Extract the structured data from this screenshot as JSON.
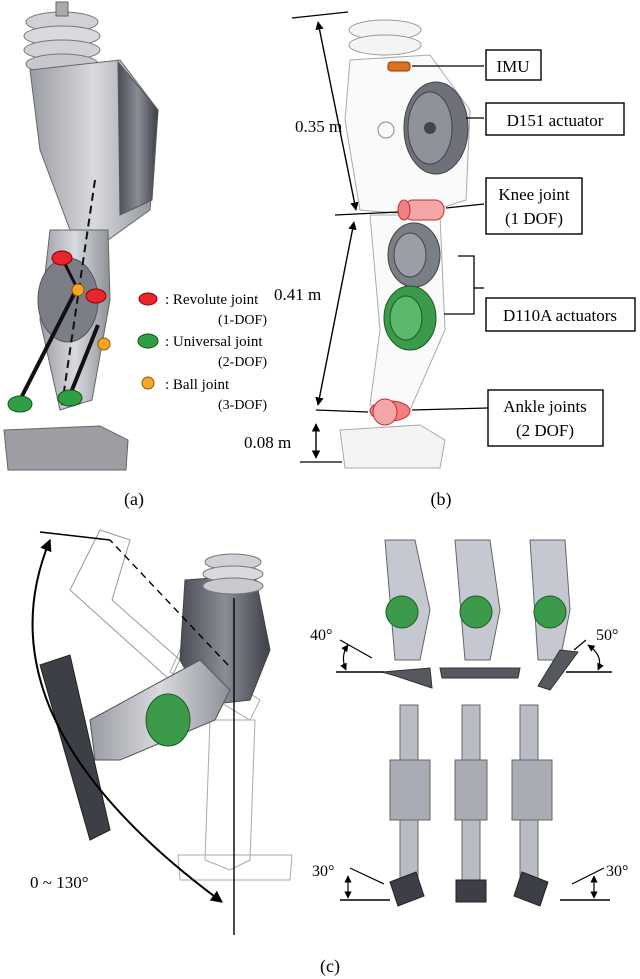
{
  "panel_labels": {
    "a": "(a)",
    "b": "(b)",
    "c": "(c)"
  },
  "legend": [
    {
      "color": "#e8252c",
      "label": ": Revolute joint",
      "sub": "(1-DOF)"
    },
    {
      "color": "#2f9e44",
      "label": ": Universal joint",
      "sub": "(2-DOF)"
    },
    {
      "color": "#f5a623",
      "label": ": Ball joint",
      "sub": "(3-DOF)"
    }
  ],
  "callouts": {
    "imu": "IMU",
    "d151": "D151 actuator",
    "knee_line1": "Knee joint",
    "knee_line2": "(1 DOF)",
    "d110a": "D110A actuators",
    "ankle_line1": "Ankle joints",
    "ankle_line2": "(2 DOF)"
  },
  "dimensions": {
    "upper": "0.35 m",
    "lower": "0.41 m",
    "foot": "0.08 m"
  },
  "angles": {
    "knee_range": "0 ~ 130°",
    "pitch_left": "40°",
    "pitch_right": "50°",
    "roll_left": "30°",
    "roll_right": "30°"
  }
}
